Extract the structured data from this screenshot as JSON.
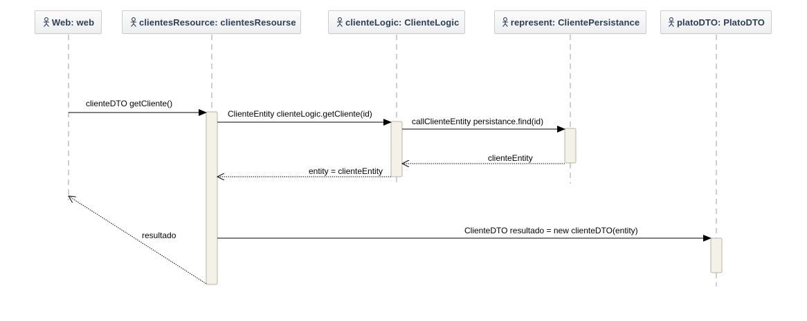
{
  "lifelines": [
    {
      "id": "web",
      "label": "Web: web"
    },
    {
      "id": "resource",
      "label": "clientesResource: clientesResourse"
    },
    {
      "id": "logic",
      "label": "clienteLogic: ClienteLogic"
    },
    {
      "id": "persist",
      "label": "represent: ClientePersistance"
    },
    {
      "id": "dto",
      "label": "platoDTO: PlatoDTO"
    }
  ],
  "messages": {
    "m1": "clienteDTO getCliente()",
    "m2": "ClienteEntity clienteLogic.getCliente(id)",
    "m3": "callClienteEntity persistance.find(id)",
    "m4": "clienteEntity",
    "m5": "entity = clienteEntity",
    "m6": "resultado",
    "m7": "ClienteDTO resultado = new clienteDTO(entity)"
  },
  "icons": {
    "actor": "actor-icon"
  },
  "colors": {
    "header_border": "#c9ccd0",
    "header_text": "#2c3e57",
    "lifeline_dash": "#bfbfbf",
    "activation_fill": "#f4f1e8",
    "activation_stroke": "#b9b39f"
  }
}
